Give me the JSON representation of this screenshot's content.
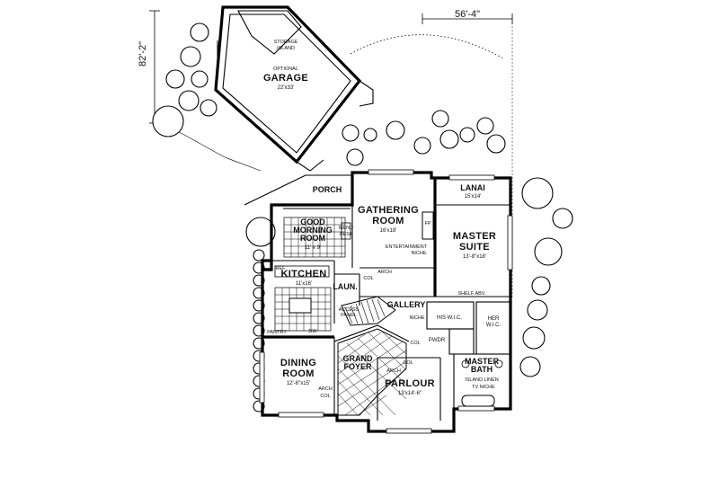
{
  "dimensions": {
    "overall_width": "56'-4\"",
    "overall_depth": "82'-2\""
  },
  "rooms": {
    "garage": {
      "prefix": "OPTIONAL",
      "name": "GARAGE",
      "size": "22'x33'"
    },
    "storage": {
      "line1": "STORAGE",
      "line2": "ISLAND"
    },
    "porch": {
      "name": "PORCH"
    },
    "lanai": {
      "name": "LANAI",
      "size": "15'x14'"
    },
    "gathering": {
      "line1": "GATHERING",
      "line2": "ROOM",
      "size": "16'x18'"
    },
    "morning": {
      "line1": "GOOD",
      "line2": "MORNING",
      "line3": "ROOM",
      "size": "11' x 9'"
    },
    "master_suite": {
      "line1": "MASTER",
      "line2": "SUITE",
      "size": "13'-8\"x18'"
    },
    "kitchen": {
      "name": "KITCHEN",
      "size": "11'x16'"
    },
    "laun": {
      "name": "LAUN."
    },
    "gallery": {
      "name": "GALLERY"
    },
    "his_wic": {
      "name": "HIS W.I.C."
    },
    "her_wic": {
      "line1": "HER",
      "line2": "W.I.C."
    },
    "pwdr": {
      "name": "PWDR"
    },
    "dining": {
      "line1": "DINING",
      "line2": "ROOM",
      "size": "12'-6\"x15'"
    },
    "foyer": {
      "line1": "GRAND",
      "line2": "FOYER"
    },
    "parlour": {
      "name": "PARLOUR",
      "size": "13'x14'-6\""
    },
    "master_bath": {
      "line1": "MASTER",
      "line2": "BATH"
    }
  },
  "notes": {
    "entertainment_niche": {
      "line1": "ENTERTAINMENT",
      "line2": "NICHE"
    },
    "arch": "ARCH",
    "col": "COL",
    "niche": "NICHE",
    "shelf_abv": "SHELF ABV.",
    "access_panel": {
      "line1": "ACCESS",
      "line2": "PANEL"
    },
    "pantry": "PANTRY",
    "menu_desk": {
      "line1": "MENU",
      "line2": "DESK"
    },
    "fp": "FP",
    "ref": "REF",
    "dw": "DW",
    "island_linen": "ISLAND LINEN",
    "tv_niche": "TV NICHE"
  }
}
